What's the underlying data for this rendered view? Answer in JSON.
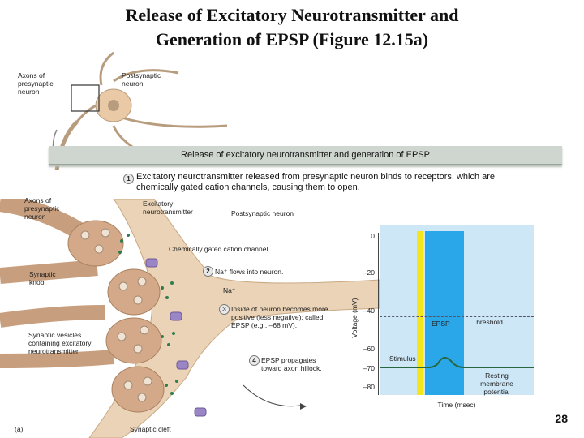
{
  "title_line1": "Release of Excitatory Neurotransmitter and",
  "title_line2": "Generation of EPSP (Figure 12.15a)",
  "top_labels": {
    "axons": "Axons of presynaptic neuron",
    "postsynaptic": "Postsynaptic neuron"
  },
  "banner": "Release of excitatory neurotransmitter and generation of EPSP",
  "step1": {
    "num": "1",
    "text": "Excitatory neurotransmitter released from presynaptic neuron binds to receptors, which are chemically gated cation channels, causing them to open."
  },
  "labels": {
    "axons": "Axons of presynaptic neuron",
    "excitatory_nt": "Excitatory neurotransmitter",
    "postsynaptic": "Postsynaptic neuron",
    "channel": "Chemically gated cation channel",
    "synaptic_knob": "Synaptic knob",
    "na": "Na⁺",
    "vesicles": "Synaptic vesicles containing excitatory neurotransmitter",
    "cleft": "Synaptic cleft",
    "panel": "(a)"
  },
  "steps": {
    "s2_num": "2",
    "s2": "Na⁺ flows into neuron.",
    "s3_num": "3",
    "s3": "Inside of neuron becomes more positive (less negative); called EPSP (e.g., –68 mV).",
    "s4_num": "4",
    "s4": "EPSP propagates toward axon hillock."
  },
  "graph": {
    "ylabel": "Voltage (mV)",
    "xlabel": "Time (msec)",
    "ticks": [
      "0",
      "–20",
      "–40",
      "–60",
      "–70",
      "–80"
    ],
    "epsp": "EPSP",
    "threshold": "Threshold",
    "stimulus": "Stimulus",
    "resting": "Resting membrane potential"
  },
  "colors": {
    "graph_bg": "#cde7f7",
    "stimulus_bar": "#f4e61a",
    "epsp_bar": "#2aa7e8",
    "neuron": "#e9c9a6",
    "knob": "#d3a98a",
    "nt_dot": "#2f7d4f"
  },
  "page_number": "28"
}
